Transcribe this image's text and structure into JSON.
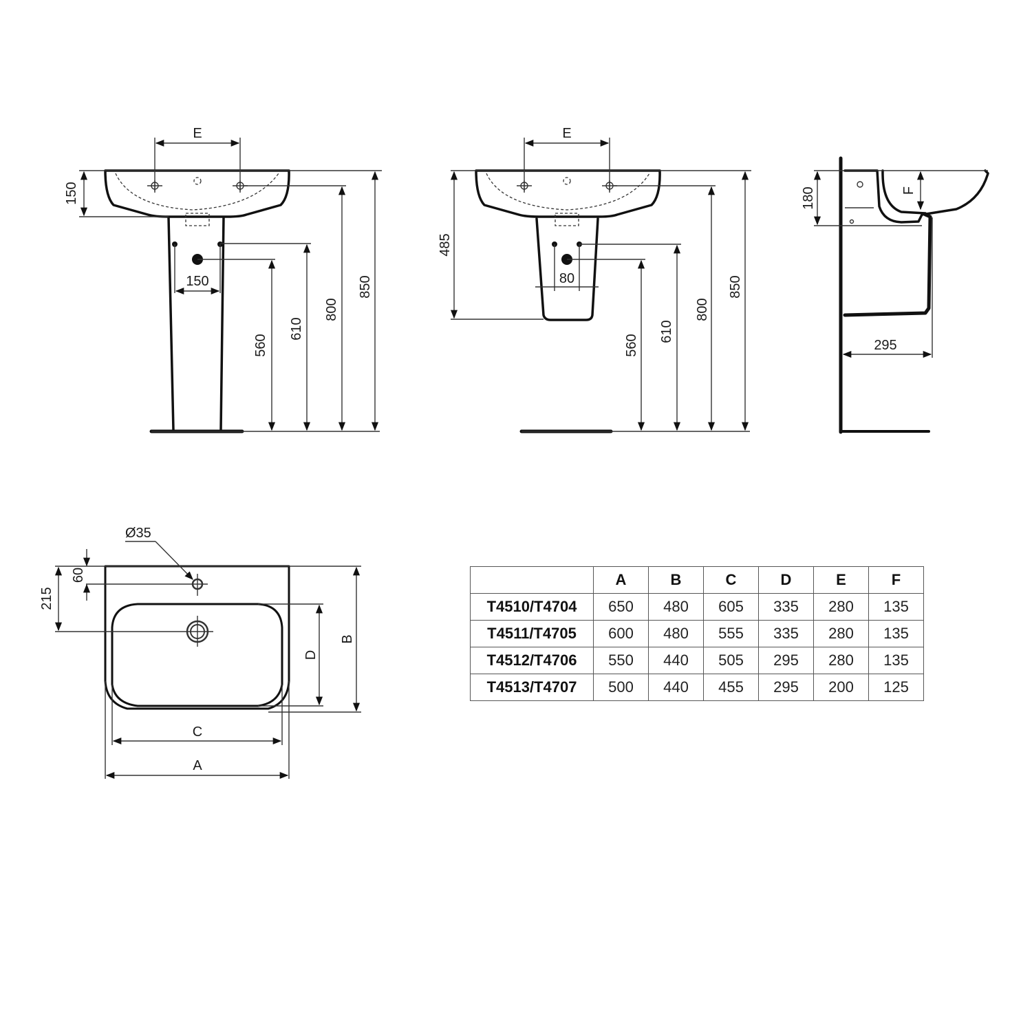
{
  "views": {
    "pedestal_front": {
      "label_e": "E",
      "dim_rim_depth": "150",
      "dim_trap_spacing": "150",
      "dim_waste_height": "560",
      "dim_supply_height": "610",
      "dim_tap_height": "800",
      "dim_rim_height": "850"
    },
    "semi_pedestal_front": {
      "label_e": "E",
      "dim_shroud_height": "485",
      "dim_supply_spacing": "80",
      "dim_waste_height": "560",
      "dim_supply_height": "610",
      "dim_tap_height": "800",
      "dim_rim_height": "850"
    },
    "side": {
      "dim_back_height": "180",
      "label_f": "F",
      "dim_pedestal_depth": "295"
    },
    "plan": {
      "dim_tap_hole_diameter": "Ø35",
      "dim_tap_hole_offset": "60",
      "dim_waste_offset": "215",
      "label_a": "A",
      "label_b": "B",
      "label_c": "C",
      "label_d": "D"
    }
  },
  "table": {
    "headers": [
      "",
      "A",
      "B",
      "C",
      "D",
      "E",
      "F"
    ],
    "rows": [
      {
        "model": "T4510/T4704",
        "values": [
          "650",
          "480",
          "605",
          "335",
          "280",
          "135"
        ]
      },
      {
        "model": "T4511/T4705",
        "values": [
          "600",
          "480",
          "555",
          "335",
          "280",
          "135"
        ]
      },
      {
        "model": "T4512/T4706",
        "values": [
          "550",
          "440",
          "505",
          "295",
          "280",
          "135"
        ]
      },
      {
        "model": "T4513/T4707",
        "values": [
          "500",
          "440",
          "455",
          "295",
          "200",
          "125"
        ]
      }
    ]
  }
}
